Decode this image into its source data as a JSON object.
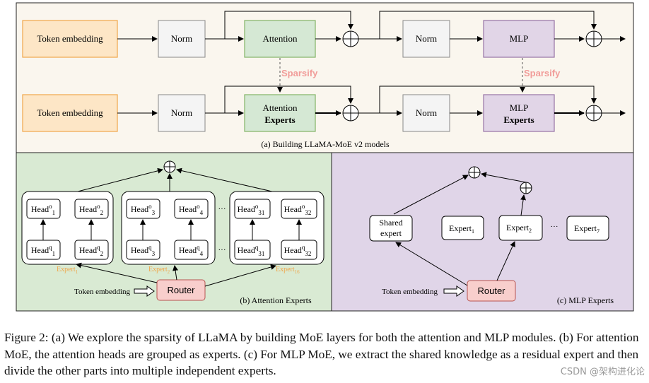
{
  "panel_a": {
    "row1": {
      "token_embedding": "Token embedding",
      "norm1": "Norm",
      "attention": "Attention",
      "norm2": "Norm",
      "mlp": "MLP"
    },
    "row2": {
      "token_embedding": "Token embedding",
      "norm1": "Norm",
      "attention_line1": "Attention",
      "attention_line2": "Experts",
      "norm2": "Norm",
      "mlp_line1": "MLP",
      "mlp_line2": "Experts"
    },
    "sparsify_left": "Sparsify",
    "sparsify_right": "Sparsify",
    "label": "(a)  Building LLaMA-MoE v2 models"
  },
  "panel_b": {
    "groups": [
      {
        "heads_o": [
          "Head",
          "Head"
        ],
        "sup": [
          "o",
          "o"
        ],
        "sub": [
          "1",
          "2"
        ],
        "heads_q": [
          "Head",
          "Head"
        ],
        "qsup": [
          "q",
          "q"
        ],
        "qsub": [
          "1",
          "2"
        ],
        "expert": "Expert",
        "expert_sub": "1"
      },
      {
        "heads_o": [
          "Head",
          "Head"
        ],
        "sup": [
          "o",
          "o"
        ],
        "sub": [
          "3",
          "4"
        ],
        "heads_q": [
          "Head",
          "Head"
        ],
        "qsup": [
          "q",
          "q"
        ],
        "qsub": [
          "3",
          "4"
        ],
        "expert": "Expert",
        "expert_sub": "2"
      },
      {
        "heads_o": [
          "Head",
          "Head"
        ],
        "sup": [
          "o",
          "o"
        ],
        "sub": [
          "31",
          "32"
        ],
        "heads_q": [
          "Head",
          "Head"
        ],
        "qsup": [
          "q",
          "q"
        ],
        "qsub": [
          "31",
          "32"
        ],
        "expert": "Expert",
        "expert_sub": "16"
      }
    ],
    "ellipsis": "···",
    "token_embedding": "Token embedding",
    "router": "Router",
    "label": "(b)  Attention Experts"
  },
  "panel_c": {
    "shared_line1": "Shared",
    "shared_line2": "expert",
    "expert1": "Expert",
    "expert1_sub": "1",
    "expert2": "Expert",
    "expert2_sub": "2",
    "ellipsis": "···",
    "expert7": "Expert",
    "expert7_sub": "7",
    "token_embedding": "Token embedding",
    "router": "Router",
    "label": "(c)  MLP Experts"
  },
  "caption": "Figure 2: (a) We explore the sparsity of LLaMA by building MoE layers for both the attention and MLP modules. (b) For attention MoE, the attention heads are grouped as experts. (c) For MLP MoE, we extract the shared knowledge as a residual expert and then divide the other parts into multiple independent experts.",
  "watermark": "CSDN @架构进化论",
  "colors": {
    "panel_a_bg": "#faf6ee",
    "panel_b_bg": "#d9ead3",
    "panel_c_bg": "#e0d5e8",
    "token_fill": "#fde6c6",
    "token_stroke": "#f0a64a",
    "norm_fill": "#f4f4f4",
    "attention_fill": "#d5e8d4",
    "attention_stroke": "#82b366",
    "mlp_fill": "#e1d5e7",
    "mlp_stroke": "#9673a6",
    "router_fill": "#f8cecc",
    "router_stroke": "#b85450",
    "sparsify": "#f19c99",
    "expert_label": "#f0a64a"
  }
}
